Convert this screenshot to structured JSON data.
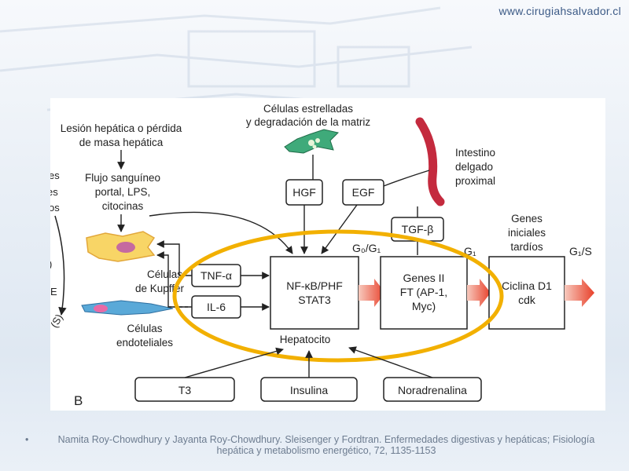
{
  "header": {
    "site": "www.cirugiahsalvador.cl"
  },
  "diagram": {
    "panel_label": "B",
    "stellate": [
      "Células estrelladas",
      "y degradación de la matriz"
    ],
    "injury": [
      "Lesión hepática o pérdida",
      "de masa hepática"
    ],
    "flow": [
      "Flujo sanguíneo",
      "portal, LPS,",
      "citocinas"
    ],
    "intestine": [
      "Intestino",
      "delgado",
      "proximal"
    ],
    "hgf": "HGF",
    "egf": "EGF",
    "tgf": "TGF-β",
    "kupffer": [
      "Células",
      "de Kupffer"
    ],
    "endothelial": [
      "Células",
      "endoteliales"
    ],
    "tnf": "TNF-α",
    "il6": "IL-6",
    "nfkb": [
      "NF-κB/PHF",
      "STAT3"
    ],
    "hepatocyte": "Hepatocito",
    "g0g1": "G₀/G₁",
    "genes2": [
      "Genes II",
      "FT (AP-1,",
      "Myc)"
    ],
    "g1": "G₁",
    "late_genes": [
      "Genes",
      "iniciales",
      "tardíos"
    ],
    "cyclin": [
      "Ciclina D1",
      "cdk"
    ],
    "g1s": "G₁/S",
    "t3": "T3",
    "insulin": "Insulina",
    "noradrenaline": "Noradrenalina",
    "cut_left": [
      "es",
      "es",
      "os",
      ")",
      "E",
      "(S)"
    ]
  },
  "citation": {
    "bullet": "•",
    "text": "Namita Roy-Chowdhury y Jayanta Roy-Chowdhury. Sleisenger y Fordtran. Enfermedades digestivas y hepáticas; Fisiología hepática y metabolismo energético, 72, 1135-1153"
  }
}
